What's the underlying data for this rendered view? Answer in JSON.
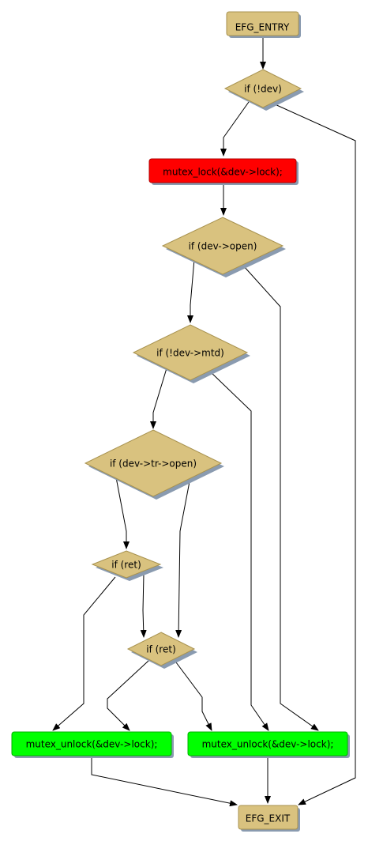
{
  "colors": {
    "decision_fill": "#d9c27f",
    "decision_stroke": "#a8924f",
    "lock_fill": "#ff0000",
    "unlock_fill": "#00ff00",
    "terminal_fill": "#d9c27f",
    "shadow": "#8a9bb0",
    "edge": "#000000"
  },
  "nodes": {
    "entry": "EFG_ENTRY",
    "if_not_dev": "if (!dev)",
    "mutex_lock": "mutex_lock(&dev->lock);",
    "if_dev_open": "if (dev->open)",
    "if_not_mtd": "if (!dev->mtd)",
    "if_tr_open": "if (dev->tr->open)",
    "if_ret_1": "if (ret)",
    "if_ret_2": "if (ret)",
    "unlock_left": "mutex_unlock(&dev->lock);",
    "unlock_right": "mutex_unlock(&dev->lock);",
    "exit": "EFG_EXIT"
  }
}
